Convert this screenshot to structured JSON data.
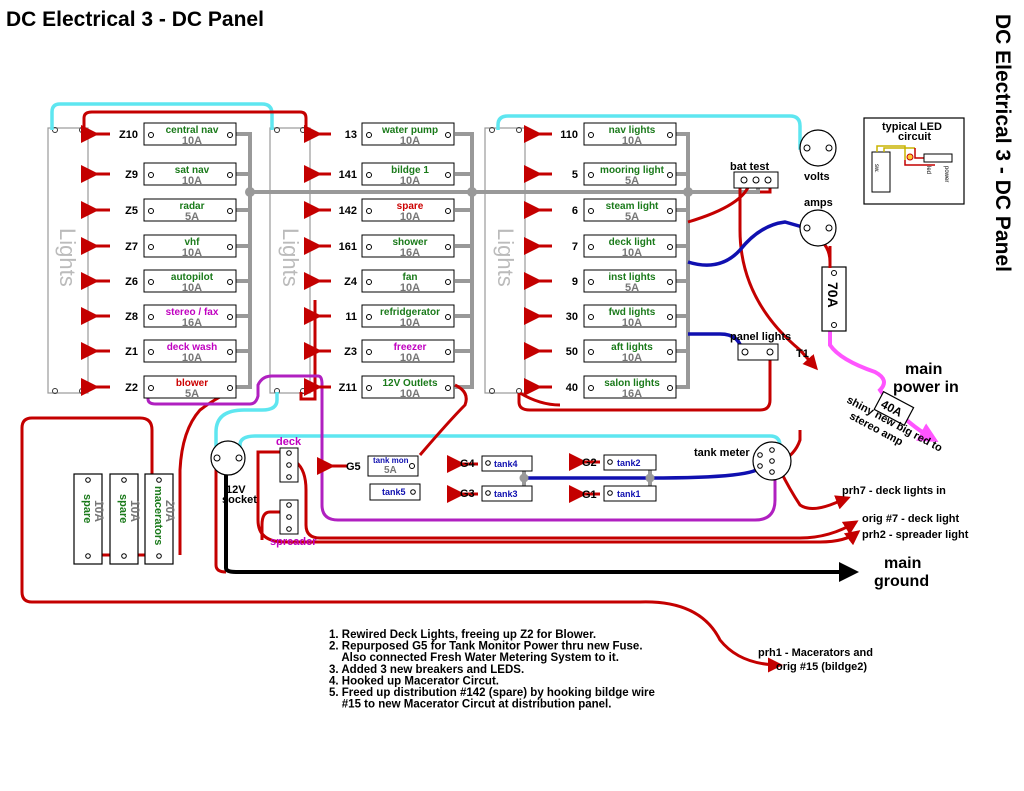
{
  "title": "DC Electrical 3 - DC Panel",
  "side_title": "DC Electrical 3 - DC Panel",
  "lights_word": "Lights",
  "colors": {
    "breaker_name_green": "#1a7a1a",
    "breaker_name_purple": "#c000c0",
    "breaker_name_red": "#cc0000",
    "amp_gray": "#777777",
    "wire_red": "#c40000",
    "wire_cyan": "#5ee6f0",
    "wire_gray": "#999999",
    "wire_blue": "#1010b0",
    "wire_purple": "#b020c0",
    "wire_pink": "#ff55ff",
    "wire_black": "#000000"
  },
  "columns": [
    {
      "breakers": [
        {
          "id": "Z10",
          "name": "central nav",
          "amps": "10A",
          "color": "#1a7a1a"
        },
        {
          "id": "Z9",
          "name": "sat nav",
          "amps": "10A",
          "color": "#1a7a1a"
        },
        {
          "id": "Z5",
          "name": "radar",
          "amps": "5A",
          "color": "#1a7a1a"
        },
        {
          "id": "Z7",
          "name": "vhf",
          "amps": "10A",
          "color": "#1a7a1a"
        },
        {
          "id": "Z6",
          "name": "autopilot",
          "amps": "10A",
          "color": "#1a7a1a"
        },
        {
          "id": "Z8",
          "name": "stereo / fax",
          "amps": "16A",
          "color": "#c000c0"
        },
        {
          "id": "Z1",
          "name": "deck wash",
          "amps": "10A",
          "color": "#c000c0"
        },
        {
          "id": "Z2",
          "name": "blower",
          "amps": "5A",
          "color": "#cc0000"
        }
      ]
    },
    {
      "breakers": [
        {
          "id": "13",
          "name": "water pump",
          "amps": "10A",
          "color": "#1a7a1a"
        },
        {
          "id": "141",
          "name": "bildge 1",
          "amps": "10A",
          "color": "#1a7a1a"
        },
        {
          "id": "142",
          "name": "spare",
          "amps": "10A",
          "color": "#cc0000"
        },
        {
          "id": "161",
          "name": "shower",
          "amps": "16A",
          "color": "#1a7a1a"
        },
        {
          "id": "Z4",
          "name": "fan",
          "amps": "10A",
          "color": "#1a7a1a"
        },
        {
          "id": "11",
          "name": "refridgerator",
          "amps": "10A",
          "color": "#1a7a1a"
        },
        {
          "id": "Z3",
          "name": "freezer",
          "amps": "10A",
          "color": "#c000c0"
        },
        {
          "id": "Z11",
          "name": "12V Outlets",
          "amps": "10A",
          "color": "#1a7a1a"
        }
      ]
    },
    {
      "breakers": [
        {
          "id": "110",
          "name": "nav lights",
          "amps": "10A",
          "color": "#1a7a1a"
        },
        {
          "id": "5",
          "name": "mooring light",
          "amps": "5A",
          "color": "#1a7a1a"
        },
        {
          "id": "6",
          "name": "steam light",
          "amps": "5A",
          "color": "#1a7a1a"
        },
        {
          "id": "7",
          "name": "deck light",
          "amps": "10A",
          "color": "#1a7a1a"
        },
        {
          "id": "9",
          "name": "inst lights",
          "amps": "5A",
          "color": "#1a7a1a"
        },
        {
          "id": "30",
          "name": "fwd lights",
          "amps": "10A",
          "color": "#1a7a1a"
        },
        {
          "id": "50",
          "name": "aft lights",
          "amps": "10A",
          "color": "#1a7a1a"
        },
        {
          "id": "40",
          "name": "salon lights",
          "amps": "16A",
          "color": "#1a7a1a"
        }
      ]
    }
  ],
  "labels": {
    "bat_test": "bat test",
    "volts": "volts",
    "amps": "amps",
    "fuse70": "70A",
    "panel_lights": "panel lights",
    "t1": "T1",
    "main_power": [
      "main",
      "power in"
    ],
    "fuse40": "40A",
    "stereo_amp": [
      "shiny new big red to",
      "stereo amp"
    ],
    "led_title": [
      "typical LED",
      "circuit"
    ],
    "led_parts": [
      "sw.",
      "led",
      "power"
    ],
    "tank_meter": "tank meter",
    "tank_mon": "tank mon",
    "tank_mon_amps": "5A",
    "tank5": "tank5",
    "g5": "G5",
    "g4": "G4",
    "g3": "G3",
    "g2": "G2",
    "g1": "G1",
    "tank1": "tank1",
    "tank2": "tank2",
    "tank3": "tank3",
    "tank4": "tank4",
    "deck": "deck",
    "spreader": "spreader",
    "socket": [
      "12V",
      "socket"
    ],
    "spare1": "spare",
    "spare1_amps": "10A",
    "spare2": "spare",
    "spare2_amps": "10A",
    "macerators": "macerators",
    "macerators_amps": "20A",
    "prh7": "prh7 - deck lights in",
    "orig7": "orig #7 - deck light",
    "prh2": "prh2 - spreader light",
    "main_ground": [
      "main",
      "ground"
    ],
    "prh1": [
      "prh1 - Macerators and",
      "orig #15 (bildge2)"
    ]
  },
  "notes": [
    "1. Rewired Deck Lights, freeing up Z2 for Blower.",
    "2. Repurposed G5 for Tank Monitor Power thru new Fuse.",
    "    Also connected Fresh Water Metering System to it.",
    "3. Added 3 new breakers and LEDS.",
    "4. Hooked up Macerator Circut.",
    "5. Freed up distribution #142 (spare) by hooking bildge wire",
    "    #15 to new Macerator Circut at distribution panel."
  ]
}
